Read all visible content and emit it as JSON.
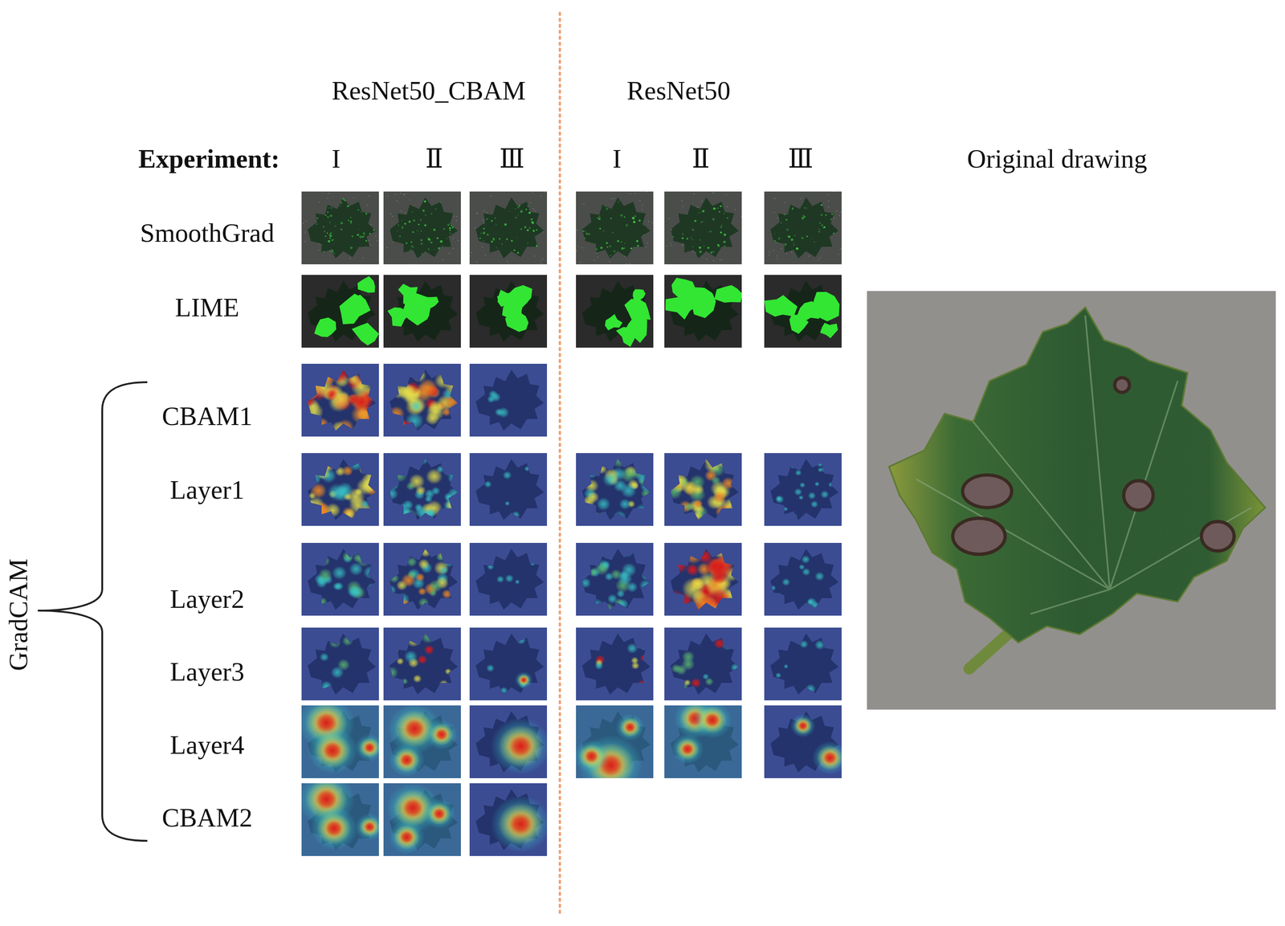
{
  "diagram": {
    "labels": [
      "ResNet50_CBAM",
      "ResNet50",
      "Experiment:",
      "I",
      "Ⅱ",
      "Ⅲ",
      "I",
      "Ⅱ",
      "Ⅲ",
      "Original drawing",
      "SmoothGrad",
      "LIME",
      "CBAM1",
      "Layer1",
      "Layer2",
      "Layer3",
      "Layer4",
      "CBAM2",
      "GradCAM"
    ]
  }
}
